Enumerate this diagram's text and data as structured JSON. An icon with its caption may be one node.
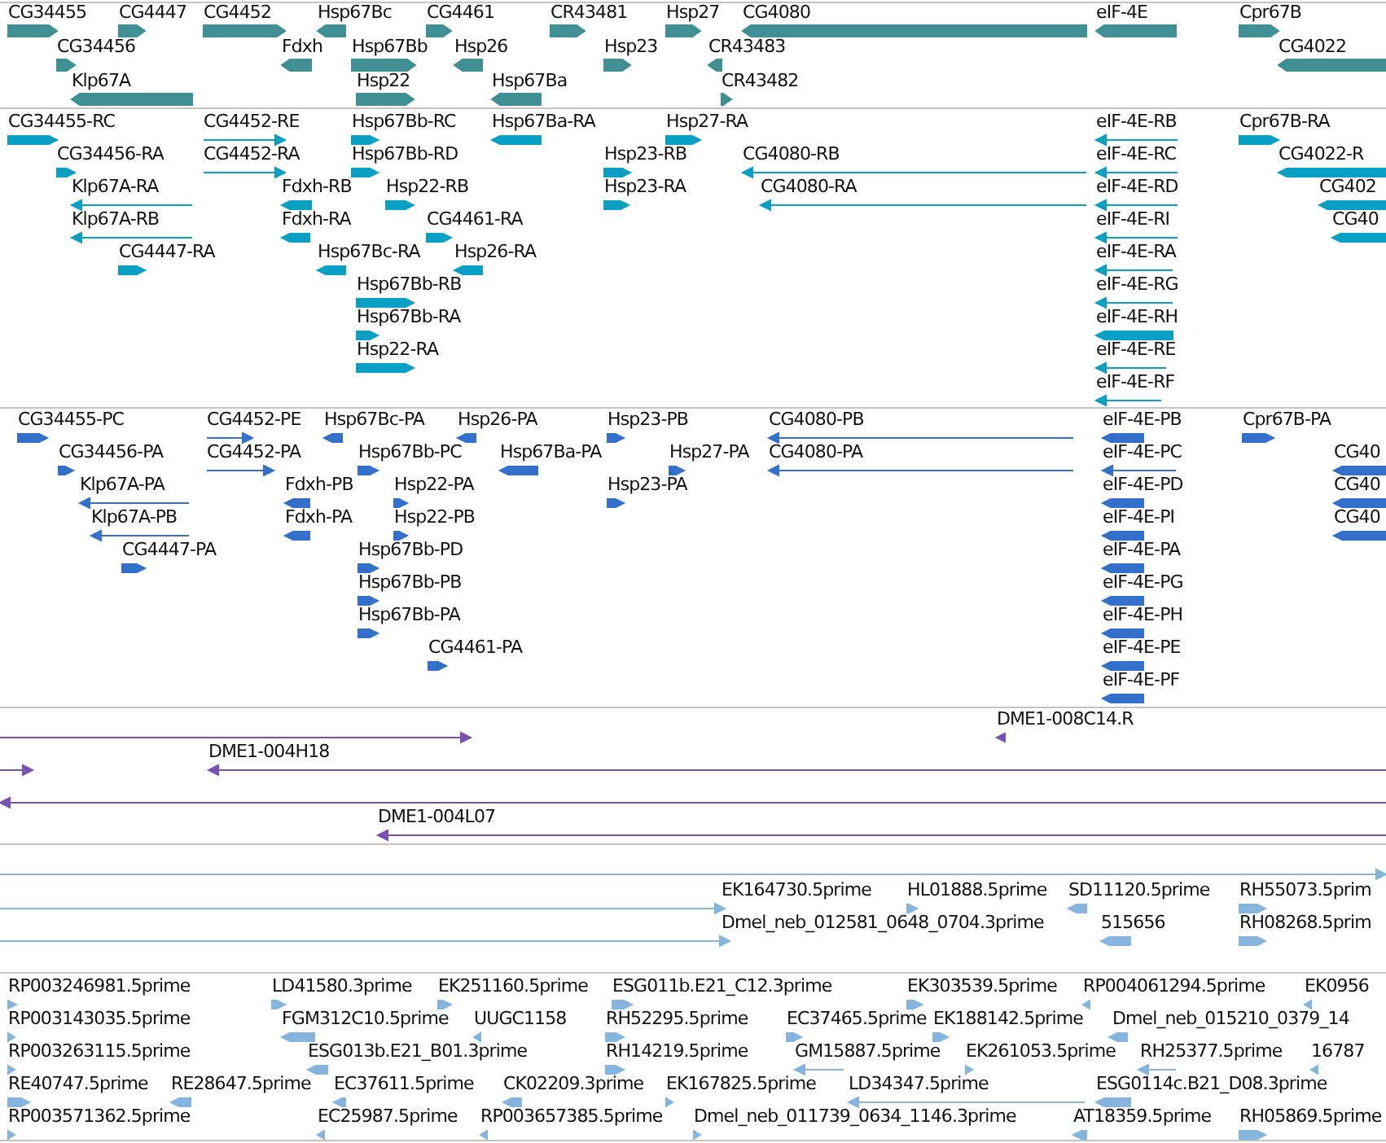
{
  "diagram": {
    "labels": [
      "CG34455",
      "CG4447",
      "CG4452",
      "Hsp67Bc",
      "CG4461",
      "CR43481",
      "Hsp27",
      "CG4080",
      "eIF-4E",
      "Cpr67B",
      "CG34456",
      "Fdxh",
      "Hsp67Bb",
      "Hsp26",
      "Hsp23",
      "CR43483",
      "CG4022",
      "Klp67A",
      "Hsp22",
      "Hsp67Ba",
      "CR43482",
      "CG34455-RC",
      "CG4452-RE",
      "Hsp67Bb-RC",
      "Hsp67Ba-RA",
      "Hsp27-RA",
      "eIF-4E-RB",
      "Cpr67B-RA",
      "CG34456-RA",
      "CG4452-RA",
      "Hsp67Bb-RD",
      "Hsp23-RB",
      "CG4080-RB",
      "eIF-4E-RC",
      "CG4022-R",
      "Klp67A-RA",
      "Fdxh-RB",
      "Hsp22-RB",
      "Hsp23-RA",
      "CG4080-RA",
      "eIF-4E-RD",
      "CG402",
      "Klp67A-RB",
      "Fdxh-RA",
      "CG4461-RA",
      "eIF-4E-RI",
      "CG40",
      "CG4447-RA",
      "Hsp67Bc-RA",
      "Hsp26-RA",
      "eIF-4E-RA",
      "Hsp67Bb-RB",
      "eIF-4E-RG",
      "Hsp67Bb-RA",
      "eIF-4E-RH",
      "Hsp22-RA",
      "eIF-4E-RE",
      "eIF-4E-RF",
      "CG34455-PC",
      "CG4452-PE",
      "Hsp67Bc-PA",
      "Hsp26-PA",
      "Hsp23-PB",
      "CG4080-PB",
      "eIF-4E-PB",
      "Cpr67B-PA",
      "CG34456-PA",
      "CG4452-PA",
      "Hsp67Bb-PC",
      "Hsp67Ba-PA",
      "Hsp27-PA",
      "CG4080-PA",
      "eIF-4E-PC",
      "CG40",
      "Klp67A-PA",
      "Fdxh-PB",
      "Hsp22-PA",
      "Hsp23-PA",
      "eIF-4E-PD",
      "CG40",
      "Klp67A-PB",
      "Fdxh-PA",
      "Hsp22-PB",
      "eIF-4E-PI",
      "CG40",
      "CG4447-PA",
      "Hsp67Bb-PD",
      "eIF-4E-PA",
      "Hsp67Bb-PB",
      "eIF-4E-PG",
      "Hsp67Bb-PA",
      "eIF-4E-PH",
      "CG4461-PA",
      "eIF-4E-PE",
      "eIF-4E-PF",
      "DME1-008C14.R",
      "DME1-004H18",
      "DME1-004L07",
      "EK164730.5prime",
      "HL01888.5prime",
      "SD11120.5prime",
      "RH55073.5prim",
      "Dmel_neb_012581_0648_0704.3prime",
      "515656",
      "RH08268.5prim",
      "RP003246981.5prime",
      "LD41580.3prime",
      "EK251160.5prime",
      "ESG011b.E21_C12.3prime",
      "EK303539.5prime",
      "RP004061294.5prime",
      "EK0956",
      "RP003143035.5prime",
      "FGM312C10.5prime",
      "UUGC1158",
      "RH52295.5prime",
      "EC37465.5prime",
      "EK188142.5prime",
      "Dmel_neb_015210_0379_14",
      "RP003263115.5prime",
      "ESG013b.E21_B01.3prime",
      "RH14219.5prime",
      "GM15887.5prime",
      "EK261053.5prime",
      "RH25377.5prime",
      "16787",
      "RE40747.5prime",
      "RE28647.5prime",
      "EC37611.5prime",
      "CK02209.3prime",
      "EK167825.5prime",
      "LD34347.5prime",
      "ESG0114c.B21_D08.3prime",
      "RP003571362.5prime",
      "EC25987.5prime",
      "RP003657385.5prime",
      "Dmel_neb_011739_0634_1146.3prime",
      "AT18359.5prime",
      "RH05869.5prime"
    ]
  }
}
